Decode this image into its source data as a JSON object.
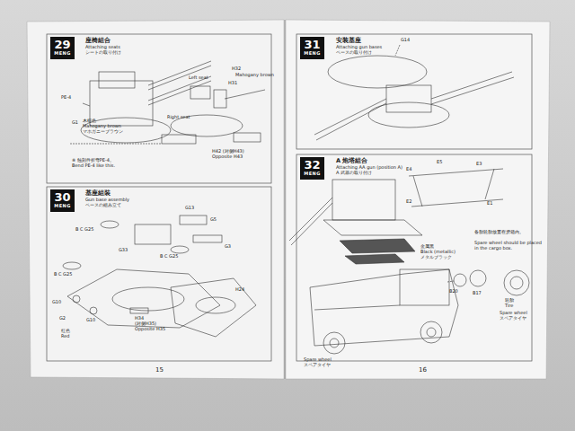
{
  "diagram": {
    "nodes": [
      {
        "text": [
          "29",
          "MENG"
        ]
      },
      {
        "text": [
          "30",
          "MENG"
        ]
      },
      {
        "text": [
          "31",
          "MENG"
        ]
      },
      {
        "text": [
          "32",
          "MENG"
        ]
      }
    ],
    "labels": [
      "座椅組合",
      "Attaching seats",
      "シートの取り付け",
      "PE-4",
      "G1",
      "木棕色",
      "Mahogany brown",
      "マホガニーブラウン",
      "H32",
      "Mahogany brown",
      "H31",
      "Left seat",
      "Right seat",
      "H42 (对侧H43)",
      "Opposite H43",
      "※ 蝕刻件折弯PE-4。",
      "Bend PE-4 like this.",
      "基座組裝",
      "Gun base assembly",
      "ベースの組み立て",
      "G13",
      "G5",
      "G3",
      "B C G25",
      "G33",
      "B C G25",
      "B C G25",
      "G10",
      "G2",
      "G10",
      "H34",
      "(对侧H35)",
      "Opposite H35",
      "H24",
      "红色",
      "Red",
      "安装基座",
      "Attaching gun bases",
      "ベースの取り付け",
      "G14",
      "A 炮塔組合",
      "Attaching AA gun (position A)",
      "A 武器の取り付け",
      "E4",
      "E5",
      "E3",
      "E2",
      "E1",
      "金属黑",
      "Black (metallic)",
      "メタルブラック",
      "备胎轮胎放置在货箱内。",
      "Spare wheel should be placed in the cargo box.",
      "B20",
      "B17",
      "轮胎",
      "Tire",
      "Spare wheel",
      "スペアタイヤ",
      "Spare wheel",
      "スペアタイヤ",
      "15",
      "16"
    ]
  }
}
